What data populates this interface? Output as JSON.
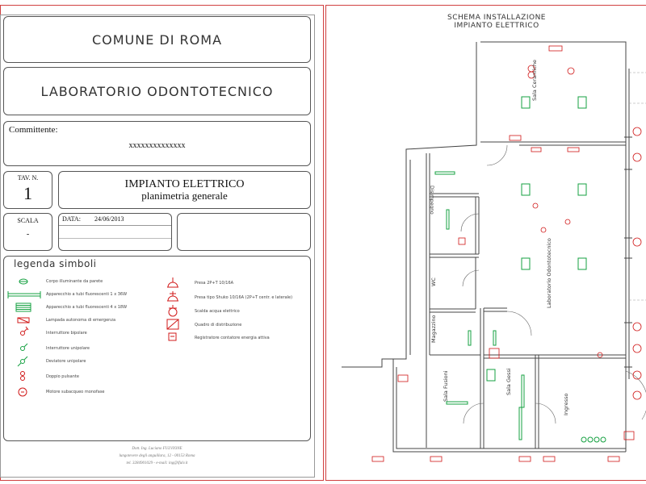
{
  "titleblock": {
    "municipality": "COMUNE DI ROMA",
    "project": "LABORATORIO ODONTOTECNICO",
    "client_label": "Committente:",
    "client_value": "xxxxxxxxxxxxxx",
    "sheet_label": "TAV. N.",
    "sheet_number": "1",
    "drawing_title": "IMPIANTO ELETTRICO",
    "drawing_subtitle": "planimetria generale",
    "scale_label": "SCALA",
    "scale_value": "-",
    "date_label": "DATA:",
    "date_value": "24/06/2013"
  },
  "legend": {
    "title": "legenda simboli",
    "left_items": [
      "Corpo illuminante da parete",
      "Apparecchio a tubi fluorescenti 1 x 36W",
      "Apparecchio a tubi fluorescenti 4 x 18W",
      "Lampada autonoma di emergenza",
      "Interruttore bipolare",
      "Interruttore unipolare",
      "Deviatore unipolare",
      "Doppio pulsante",
      "Motore subacqueo monofase"
    ],
    "right_items": [
      "Presa 2P+T 10/16A",
      "Presa tipo Shuko 10/16A (2P+T centr. e laterale)",
      "Scalda acqua elettrico",
      "Quadro di distribuzione",
      "Registratore contatore energia attiva"
    ]
  },
  "footer": {
    "line1": "Dott. Ing. Luciano FULVIONE",
    "line2": "lungotevere degli anguillara, 12 - 00153 Roma",
    "line3": "tel. 3284901029 - e-mail: ing@lfulv.it"
  },
  "plan": {
    "title_line1": "SCHEMA INSTALLAZIONE",
    "title_line2": "IMPIANTO ELETTRICO",
    "rooms": {
      "ceramics": "Sala Ceramiche",
      "drawing": "Disimpegno",
      "wc": "WC",
      "storage": "Magazzino",
      "lab": "Laboratorio Odontotecnico",
      "dust": "Sala Fusioni",
      "plaster": "Sala Gessi",
      "entrance": "Ingresso"
    }
  },
  "colors": {
    "frame": "#d04040",
    "symbol_red": "#d01818",
    "symbol_green": "#14a040",
    "wall": "#444444"
  }
}
